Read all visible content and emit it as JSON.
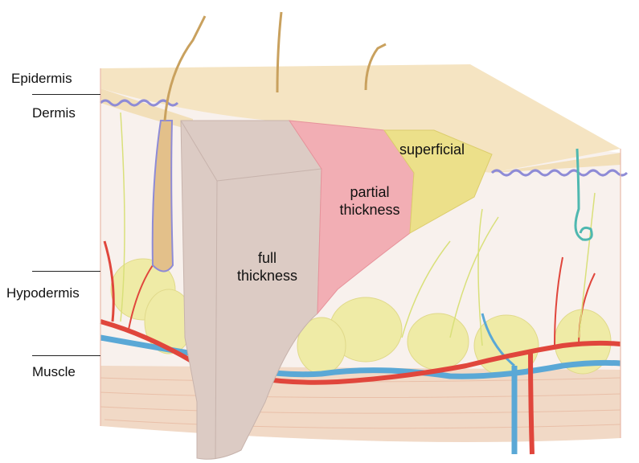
{
  "layers": {
    "epidermis": "Epidermis",
    "dermis": "Dermis",
    "hypodermis": "Hypodermis",
    "muscle": "Muscle"
  },
  "burns": {
    "superficial": "superficial",
    "partial_line1": "partial",
    "partial_line2": "thickness",
    "full_line1": "full",
    "full_line2": "thickness"
  },
  "colors": {
    "epidermis": "#f5e6c4",
    "dermis": "#f7f1ec",
    "fat": "#eeeba8",
    "muscle": "#f1d7c4",
    "full_thickness": "#dccbc4",
    "partial_thickness": "#f2aeb4",
    "superficial": "#ece08a",
    "artery": "#e0463c",
    "vein": "#5aa8d6",
    "nerve": "#dfe58a",
    "hair": "#c9a15e",
    "basement_membrane": "#8e8bd6"
  }
}
